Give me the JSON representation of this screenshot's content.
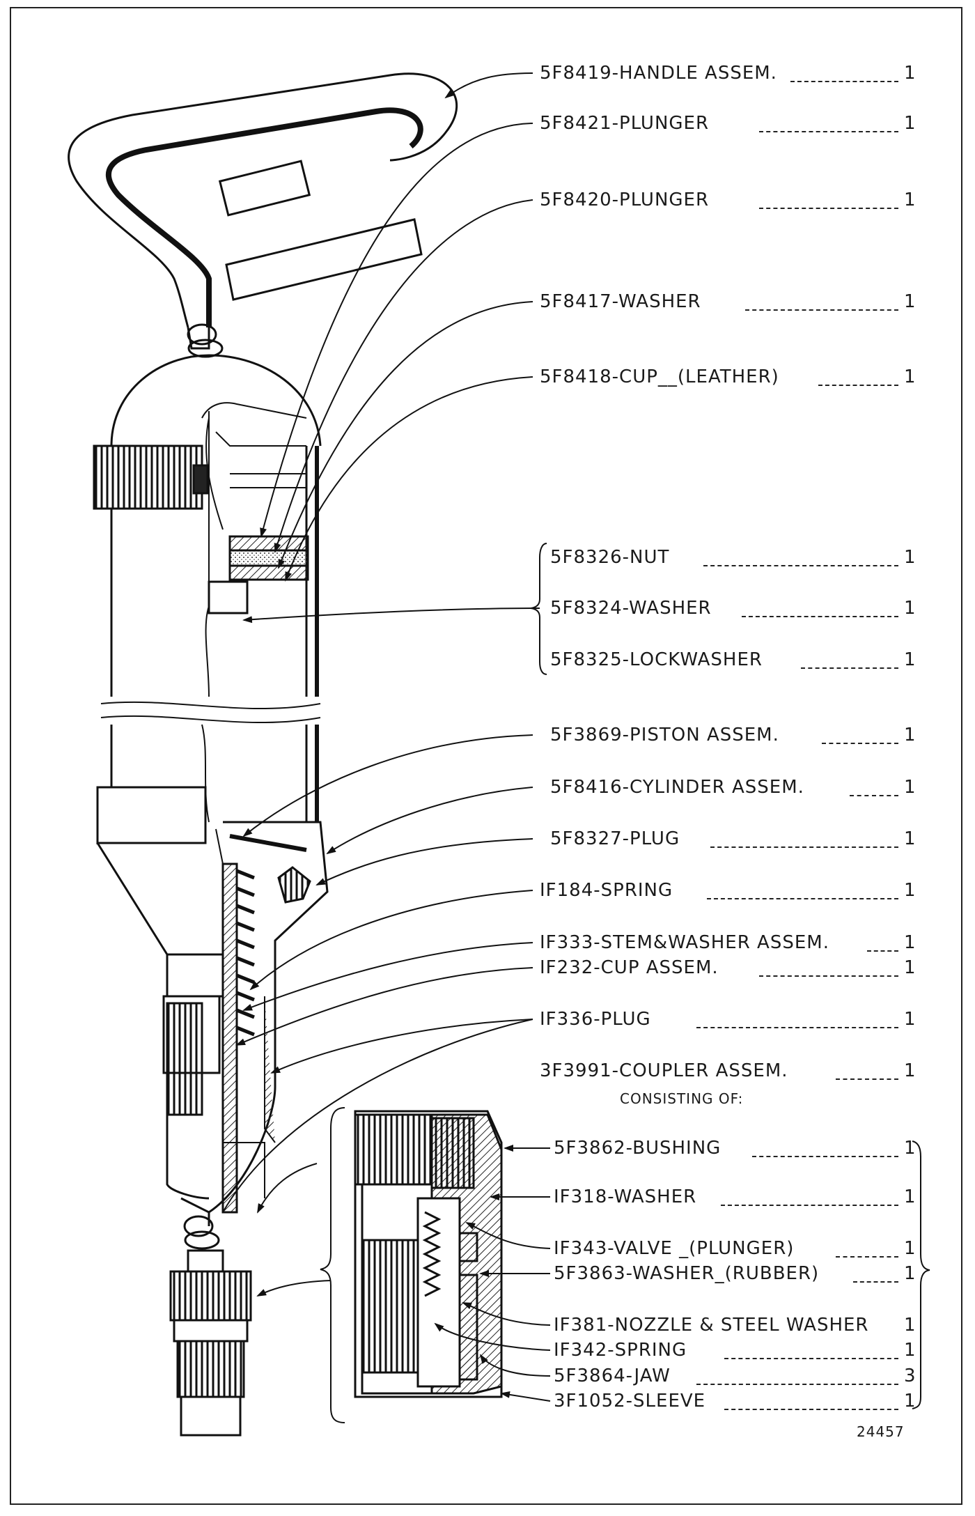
{
  "parts": [
    {
      "label": "5F8419-HANDLE ASSEM.",
      "qty": "1"
    },
    {
      "label": "5F8421-PLUNGER",
      "qty": "1"
    },
    {
      "label": "5F8420-PLUNGER",
      "qty": "1"
    },
    {
      "label": "5F8417-WASHER",
      "qty": "1"
    },
    {
      "label": "5F8418-CUP__(LEATHER)",
      "qty": "1"
    },
    {
      "label": "5F8326-NUT",
      "qty": "1"
    },
    {
      "label": "5F8324-WASHER",
      "qty": "1"
    },
    {
      "label": "5F8325-LOCKWASHER",
      "qty": "1"
    },
    {
      "label": "5F3869-PISTON ASSEM.",
      "qty": "1"
    },
    {
      "label": "5F8416-CYLINDER ASSEM.",
      "qty": "1"
    },
    {
      "label": "5F8327-PLUG",
      "qty": "1"
    },
    {
      "label": "IF184-SPRING",
      "qty": "1"
    },
    {
      "label": "IF333-STEM&WASHER ASSEM.",
      "qty": "1"
    },
    {
      "label": "IF232-CUP ASSEM.",
      "qty": "1"
    },
    {
      "label": "IF336-PLUG",
      "qty": "1"
    },
    {
      "label": "3F3991-COUPLER ASSEM.",
      "qty": "1"
    }
  ],
  "consisting_of": "CONSISTING OF:",
  "coupler_parts": [
    {
      "label": "5F3862-BUSHING",
      "qty": "1"
    },
    {
      "label": "IF318-WASHER",
      "qty": "1"
    },
    {
      "label": "IF343-VALVE _(PLUNGER)",
      "qty": "1"
    },
    {
      "label": "5F3863-WASHER_(RUBBER)",
      "qty": "1"
    },
    {
      "label": "IF381-NOZZLE & STEEL WASHER",
      "qty": "1"
    },
    {
      "label": "IF342-SPRING",
      "qty": "1"
    },
    {
      "label": "5F3864-JAW",
      "qty": "3"
    },
    {
      "label": "3F1052-SLEEVE",
      "qty": "1"
    }
  ],
  "figure_number": "24457"
}
